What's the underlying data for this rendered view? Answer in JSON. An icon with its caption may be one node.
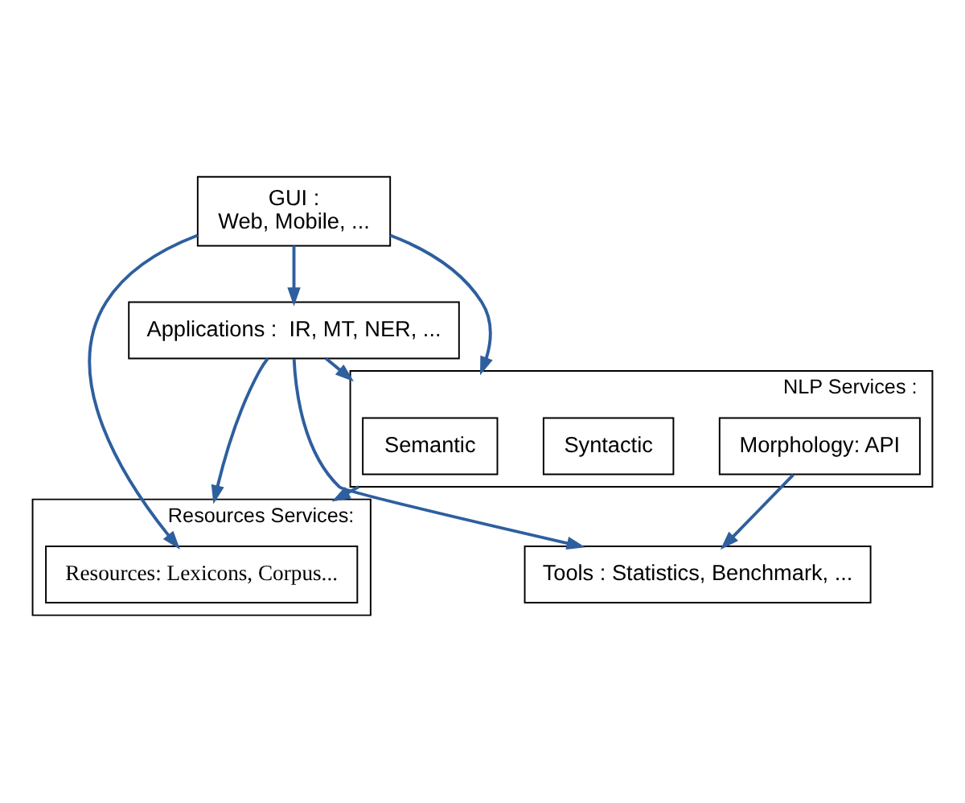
{
  "diagram": {
    "nodes": [
      {
        "text": [
          "GUI :",
          "Web, Mobile, ..."
        ]
      },
      {
        "text": [
          "Applications :  IR, MT, NER, ..."
        ]
      },
      {
        "text": [
          "NLP Services :"
        ]
      },
      {
        "text": [
          "Semantic"
        ],
        "in": 2
      },
      {
        "text": [
          "Syntactic"
        ],
        "in": 2
      },
      {
        "text": [
          "Morphology: API"
        ],
        "in": 2
      },
      {
        "text": [
          "Resources Services:"
        ]
      },
      {
        "text": [
          "Resources: Lexicons, Corpus..."
        ],
        "in": 6
      },
      {
        "text": [
          "Tools : Statistics, Benchmark, ..."
        ]
      }
    ],
    "edges": [
      {
        "from": 0,
        "to": 1,
        "arrow": "to"
      },
      {
        "from": 0,
        "to": 2,
        "arrow": "to"
      },
      {
        "from": 0,
        "to": 7,
        "arrow": "to"
      },
      {
        "from": 1,
        "to": 2,
        "arrow": "to"
      },
      {
        "from": 1,
        "to": 6,
        "arrow": "to"
      },
      {
        "from": 1,
        "to": 8,
        "arrow": "to"
      },
      {
        "from": 2,
        "to": 6,
        "arrow": "to"
      },
      {
        "from": 5,
        "to": 8,
        "arrow": "to"
      }
    ]
  }
}
